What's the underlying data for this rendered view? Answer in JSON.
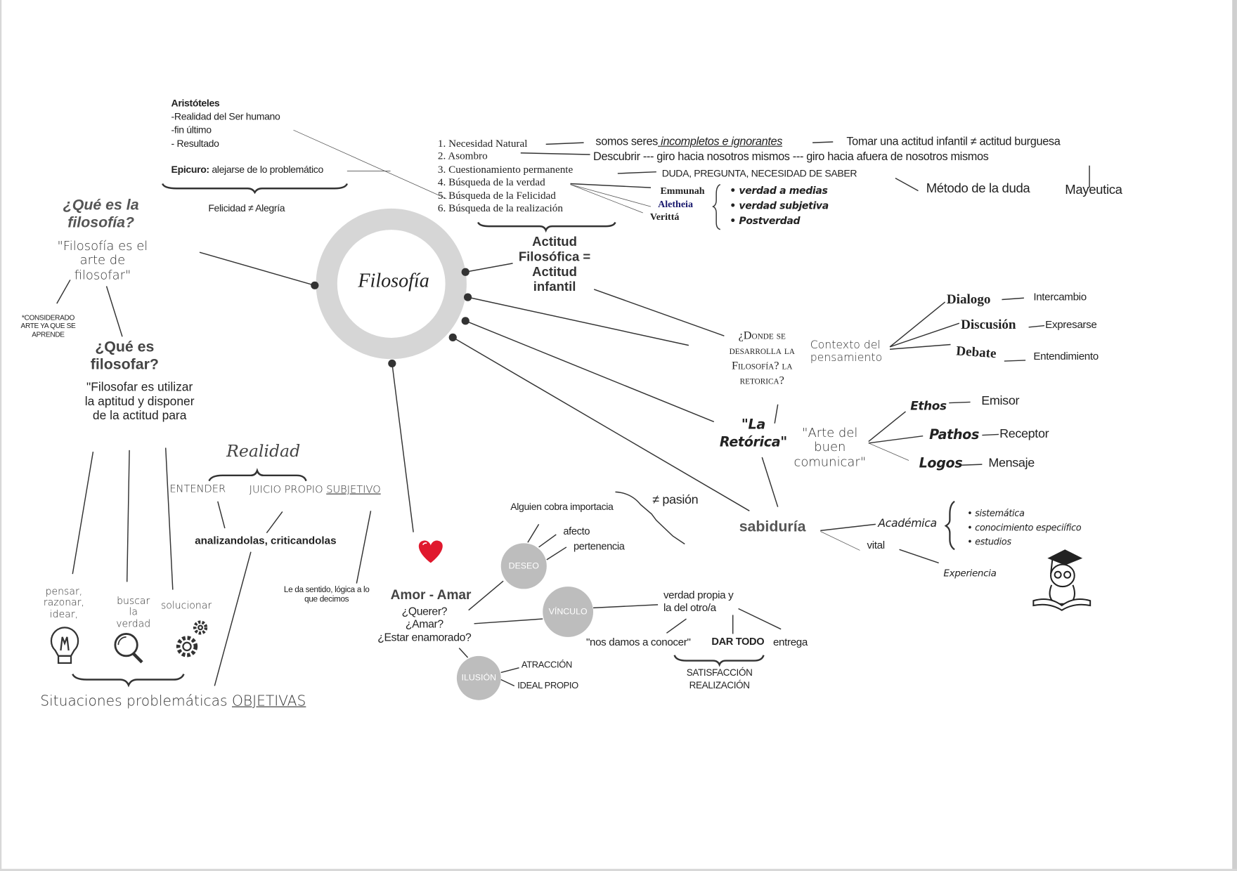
{
  "center": {
    "title": "Filosofía"
  },
  "left": {
    "q1": "¿Qué es la filosofía?",
    "a1": "\"Filosofía es el arte de filosofar\"",
    "note": "*CONSIDERADO ARTE YA QUE SE APRENDE",
    "q2": "¿Qué es filosofar?",
    "a2": "\"Filosofar es utilizar la aptitud y disponer de la actitud para",
    "verb1": "pensar, razonar, idear,",
    "verb2": "buscar la verdad",
    "verb3": "solucionar",
    "situaciones": "Situaciones problemáticas ",
    "objetivas": "OBJETIVAS"
  },
  "realidad": {
    "title": "Realidad",
    "entender": "ENTENDER",
    "juicio": "JUICIO PROPIO ",
    "subjetivo": "SUBJETIVO",
    "analiza": "analizandolas, criticandolas",
    "sentido": "Le da sentido, lógica a lo que decimos"
  },
  "aristoteles": {
    "title": "Aristóteles",
    "items": [
      "-Realidad del Ser humano",
      "-fin último",
      "- Resultado"
    ],
    "epicuro_label": "Epicuro:",
    "epicuro_text": " alejarse de lo problemático",
    "felicidad": "Felicidad ≠  Alegría"
  },
  "actitud": {
    "list": [
      "1. Necesidad Natural",
      "2. Asombro",
      "3. Cuestionamiento permanente",
      "4. Búsqueda de la verdad",
      "5. Búsqueda de la Felicidad",
      "6. Búsqueda de la realización"
    ],
    "title": "Actitud Filosófica = Actitud infantil",
    "somos": "somos seres",
    "incompletos": " incompletos e ignorantes ",
    "tomar": "Tomar una actitud infantil ≠  actitud burguesa",
    "descubrir": "Descubrir --- giro hacia nosotros mismos --- giro hacia afuera de nosotros mismos",
    "duda": "DUDA, PREGUNTA, NECESIDAD DE SABER",
    "terms": [
      "Emmunah",
      "Aletheia",
      "Verittá"
    ],
    "verdades": [
      "verdad a medias",
      "verdad subjetiva",
      "Postverdad"
    ],
    "metodo": "Método de la duda",
    "mayeutica": "Mayeutica",
    "aletheia_color": "#1a1a6e"
  },
  "retorica": {
    "donde": "¿Donde se desarrolla la Filosofía? la retorica?",
    "contexto": "Contexto del pensamiento",
    "modes": [
      {
        "name": "Dialogo",
        "meaning": "Intercambio"
      },
      {
        "name": "Discusión",
        "meaning": "Expresarse"
      },
      {
        "name": "Debate",
        "meaning": "Entendimiento"
      }
    ],
    "title": "\"La Retórica\"",
    "arte": "\"Arte del buen comunicar\"",
    "appeals": [
      {
        "name": "Ethos",
        "meaning": "Emisor"
      },
      {
        "name": "Pathos",
        "meaning": "Receptor"
      },
      {
        "name": "Logos",
        "meaning": "Mensaje"
      }
    ]
  },
  "sabiduria": {
    "title": "sabiduría",
    "academica": "Académica",
    "bullets": [
      "sistemática",
      "conocimiento especiífico",
      "estudios"
    ],
    "vital": "vital",
    "experiencia": "Experiencia"
  },
  "amor": {
    "title": "Amor - Amar",
    "questions": [
      "¿Querer?",
      "¿Amar?",
      "¿Estar enamorado?"
    ],
    "pasion": "≠   pasión",
    "alguien": "Alguien cobra importacia",
    "deseo": "DESEO",
    "afecto": "afecto",
    "pertenencia": "pertenencia",
    "vinculo": "VÍNCULO",
    "verdad": "verdad propia y la del otro/a",
    "nos_damos": "\"nos damos a conocer\"",
    "dar_todo": "DAR TODO",
    "entrega": "entrega",
    "satisfaccion": "SATISFACCIÓN REALIZACIÓN",
    "ilusion": "ILUSIÓN",
    "atraccion": "ATRACCIÓN",
    "ideal": "IDEAL PROPIO",
    "heart_color": "#e0182d"
  },
  "icons": [
    "lightbulb-icon",
    "magnifier-icon",
    "gears-icon",
    "heart-icon",
    "owl-icon"
  ]
}
